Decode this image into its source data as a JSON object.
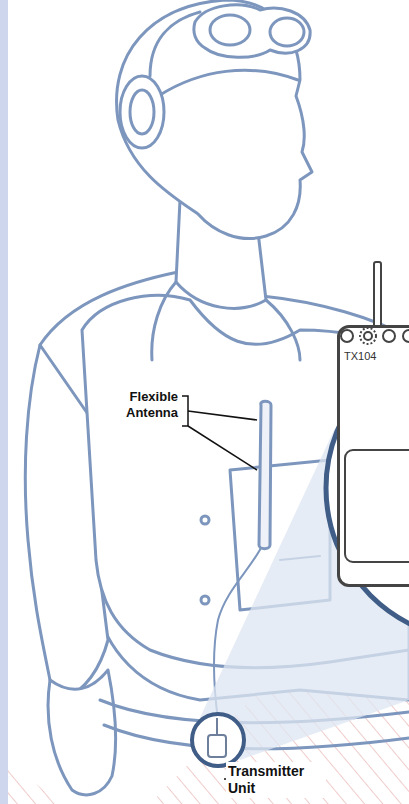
{
  "diagram": {
    "nodes": [
      {
        "text": [
          "TX104"
        ]
      }
    ],
    "labels": [
      "Flexible Antenna",
      "Transmitter Unit"
    ]
  }
}
